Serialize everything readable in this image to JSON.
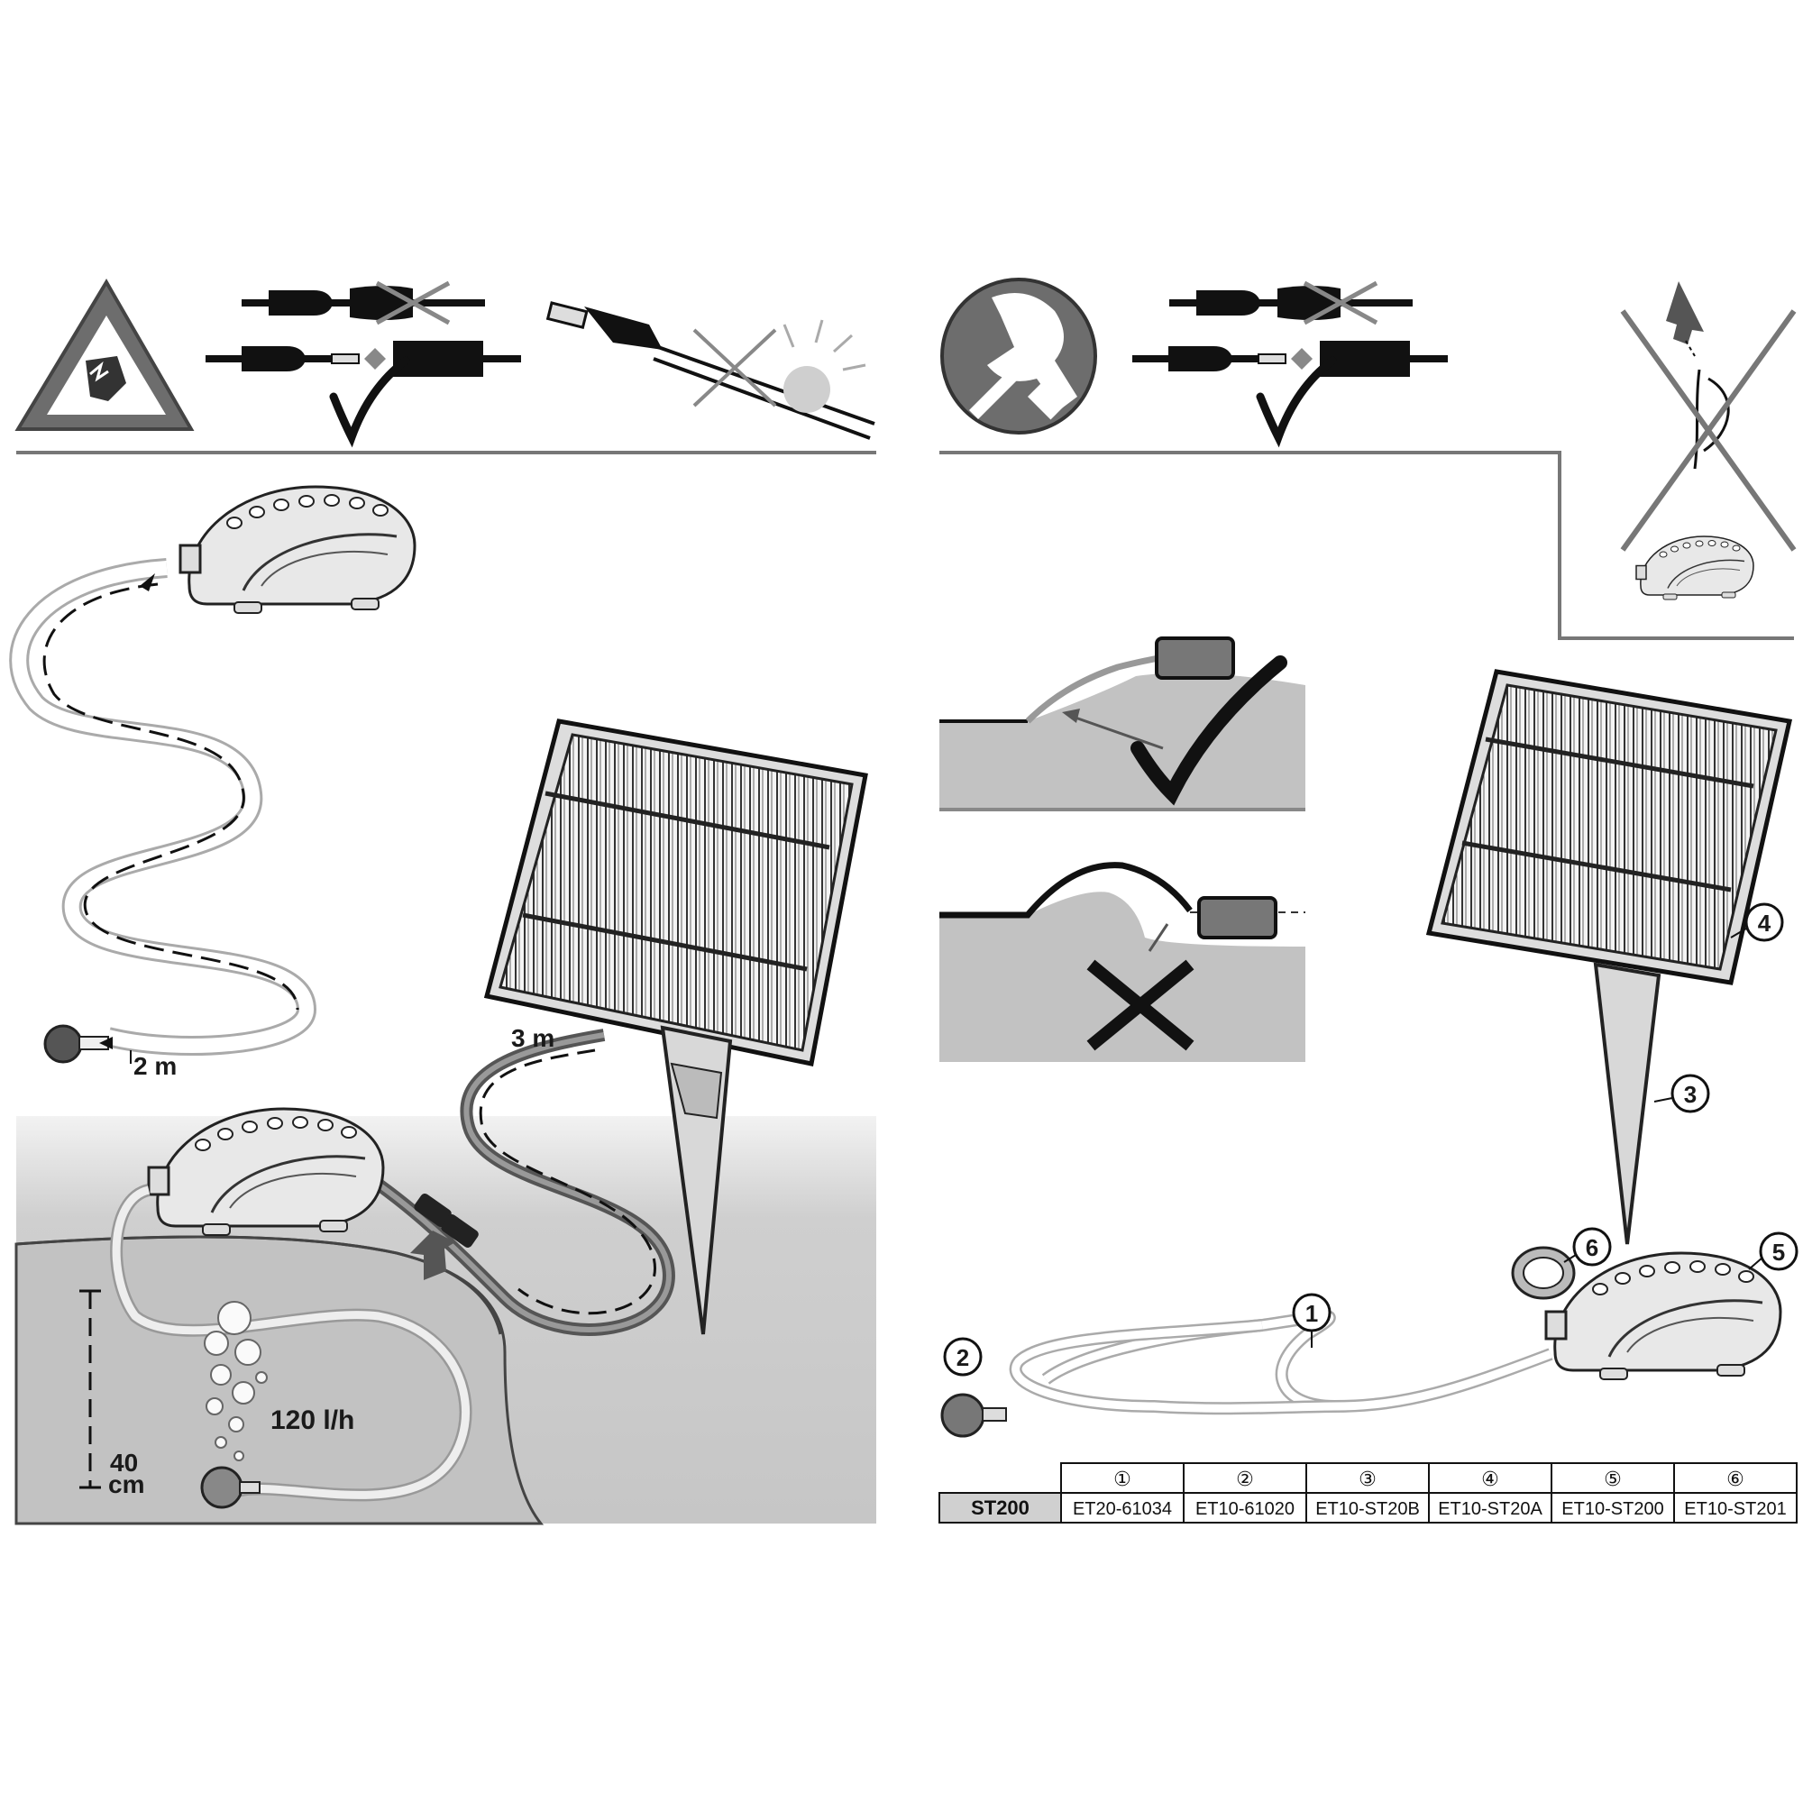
{
  "labels": {
    "hose_length": "2 m",
    "cable_length": "3 m",
    "flow_rate": "120 l/h",
    "depth_value": "40",
    "depth_unit": "cm"
  },
  "callouts": [
    "1",
    "2",
    "3",
    "4",
    "5",
    "6"
  ],
  "parts_table": {
    "header": [
      "",
      "①",
      "②",
      "③",
      "④",
      "⑤",
      "⑥"
    ],
    "row": [
      "ST200",
      "ET20-61034",
      "ET10-61020",
      "ET10-ST20B",
      "ET10-ST20A",
      "ET10-ST200",
      "ET10-ST201"
    ]
  },
  "colors": {
    "ink": "#1a1a1a",
    "panel_gray": "#7a7a7a",
    "water_gray": "#c8c8c8",
    "ground_gray": "#b4b4b4"
  }
}
